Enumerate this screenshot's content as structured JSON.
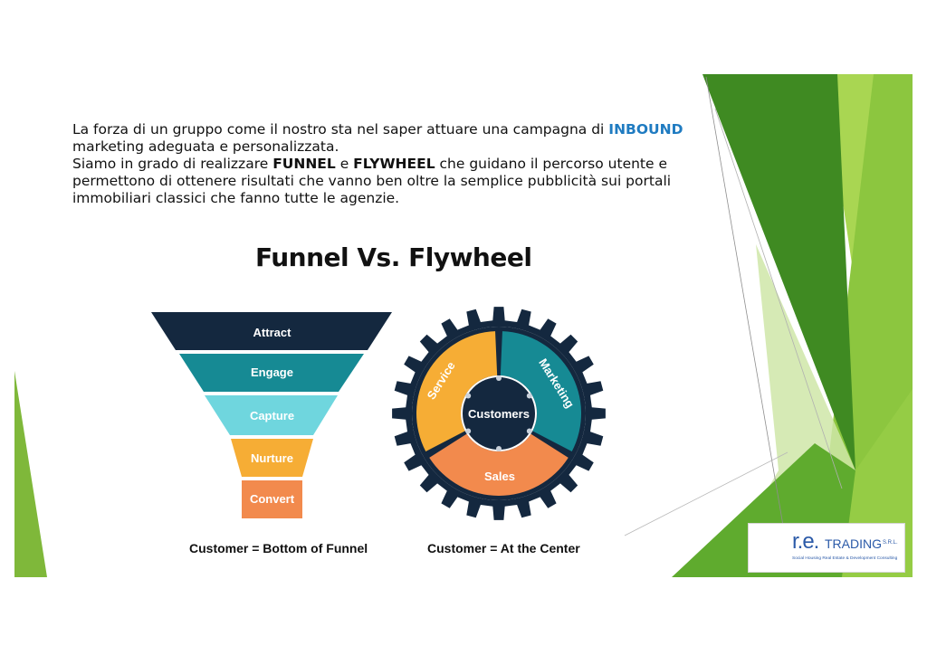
{
  "intro": {
    "part1": "La forza di un gruppo come il nostro sta nel saper attuare una campagna di ",
    "highlight": "INBOUND",
    "part2": " marketing adeguata e personalizzata.",
    "part3": "Siamo in grado di realizzare ",
    "funnel_word": "FUNNEL",
    "and": " e ",
    "flywheel_word": "FLYWHEEL",
    "part4": " che guidano il percorso utente e permettono di ottenere risultati che vanno ben oltre la semplice pubblicità sui portali immobiliari classici che fanno tutte le agenzie."
  },
  "diagram": {
    "title": "Funnel Vs. Flywheel",
    "funnel": {
      "stages": [
        {
          "label": "Attract",
          "color": "#14283f"
        },
        {
          "label": "Engage",
          "color": "#168a94"
        },
        {
          "label": "Capture",
          "color": "#6fd6de"
        },
        {
          "label": "Nurture",
          "color": "#f6ad35"
        },
        {
          "label": "Convert",
          "color": "#f28a4d"
        }
      ],
      "caption": "Customer = Bottom of Funnel"
    },
    "flywheel": {
      "center_label": "Customers",
      "segments": [
        {
          "label": "Service",
          "color": "#f6ad35"
        },
        {
          "label": "Marketing",
          "color": "#168a94"
        },
        {
          "label": "Sales",
          "color": "#f28a4d"
        }
      ],
      "gear_color": "#14283f",
      "caption": "Customer = At the Center"
    }
  },
  "logo": {
    "brand": "r.e.",
    "brand2": "TRADING",
    "suffix": "S.R.L.",
    "tagline": "Social Housing Real Estate & Development Consulting"
  },
  "colors": {
    "accent": "#1f7bc1",
    "green_dark": "#3f8a22",
    "green_light": "#8cc63f"
  }
}
